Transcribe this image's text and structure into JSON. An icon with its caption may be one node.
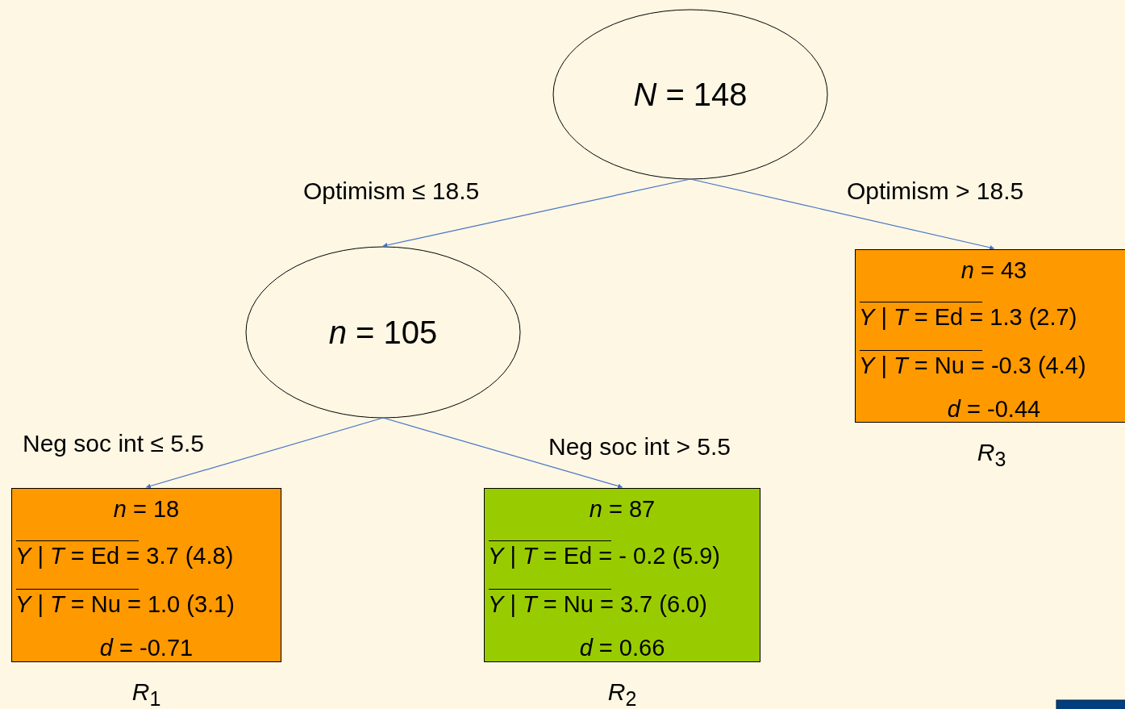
{
  "diagram": {
    "nodes": [
      {
        "text": [
          "*N* = 148"
        ]
      },
      {
        "text": [
          "*n* = 105"
        ]
      },
      {
        "text": [
          "*n* = 43",
          "*Y* | *T* = Ed = 1.3 (2.7)",
          "*Y* | *T* = Nu = -0.3 (4.4)",
          "*d* = -0.44"
        ],
        "beside": [
          "*R*$_{3}$"
        ]
      },
      {
        "text": [
          "*n* = 18",
          "*Y* | *T* = Ed = 3.7 (4.8)",
          "*Y* | *T* = Nu = 1.0 (3.1)",
          "*d* = -0.71"
        ],
        "beside": [
          "*R*$_{1}$"
        ]
      },
      {
        "text": [
          "*n* = 87",
          "*Y* | *T* = Ed = - 0.2 (5.9)",
          "*Y* | *T* = Nu = 3.7 (6.0)",
          "*d* = 0.66"
        ],
        "beside": [
          "*R*$_{2}$"
        ]
      }
    ],
    "edges": [
      {
        "from": 0,
        "to": 1,
        "arrow": "to",
        "label": "Optimism ≤ 18.5"
      },
      {
        "from": 0,
        "to": 2,
        "arrow": "to",
        "label": "Optimism > 18.5"
      },
      {
        "from": 1,
        "to": 3,
        "arrow": "to",
        "label": "Neg soc int ≤ 5.5"
      },
      {
        "from": 1,
        "to": 4,
        "arrow": "to",
        "label": "Neg soc int > 5.5"
      }
    ]
  }
}
